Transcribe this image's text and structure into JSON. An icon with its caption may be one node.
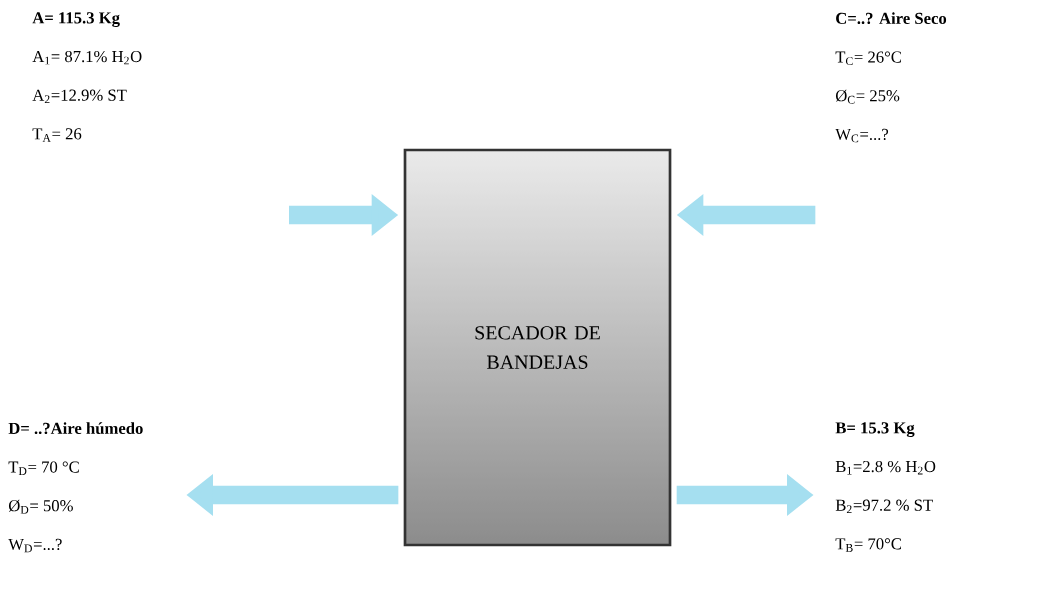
{
  "diagram": {
    "nodes": [
      {
        "text": [
          "SECADOR DE BANDEJAS"
        ]
      },
      {
        "text": [
          "A= 115.3 Kg",
          "A$_{1}$= 87.1% H$_{2}$O",
          "A$_{2}$=12.9% ST",
          "T$_{A}$= 26"
        ]
      },
      {
        "text": [
          "C=..? Aire Seco",
          "T$_{C}$= 26°C",
          "Ø$_{C}$= 25%",
          "W$_{C}$=...?"
        ]
      },
      {
        "text": [
          "D= ..?Aire húmedo",
          "T$_{D}$= 70 °C",
          "Ø$_{D}$= 50%",
          "W$_{D}$=...?"
        ]
      },
      {
        "text": [
          "B= 15.3 Kg",
          "B$_{1}$=2.8 % H$_{2}$O",
          "B$_{2}$=97.2 % ST",
          "T$_{B}$= 70°C"
        ]
      }
    ],
    "edges": [
      {
        "from": null,
        "to": 0,
        "arrow": "to"
      },
      {
        "from": null,
        "to": 0,
        "arrow": "to"
      },
      {
        "from": 0,
        "to": 3,
        "arrow": "to"
      },
      {
        "from": 0,
        "to": 4,
        "arrow": "to"
      }
    ]
  }
}
